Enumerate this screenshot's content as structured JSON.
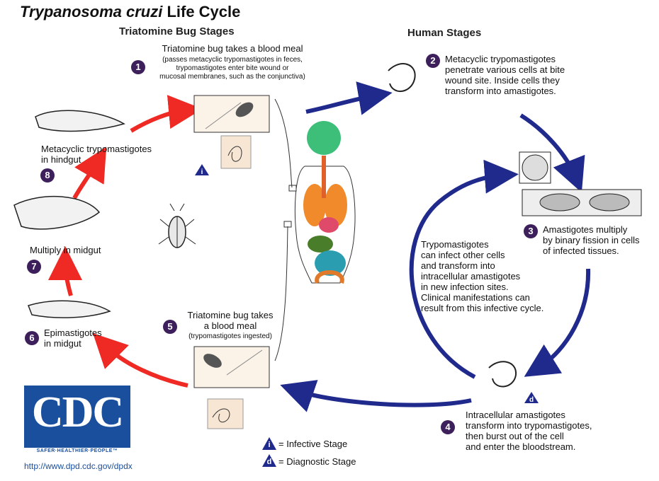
{
  "title": {
    "italic": "Trypanosoma cruzi",
    "rest": " Life Cycle"
  },
  "headings": {
    "bug": "Triatomine Bug Stages",
    "human": "Human Stages"
  },
  "steps": {
    "s1": {
      "num": "1",
      "text": "Triatomine bug takes a blood meal",
      "sub": [
        "(passes metacyclic trypomastigotes in feces,",
        "trypomastigotes enter bite wound or",
        "mucosal membranes, such as the conjunctiva)"
      ]
    },
    "s2": {
      "num": "2",
      "lines": [
        "Metacyclic trypomastigotes",
        "penetrate various cells at bite",
        "wound site.  Inside cells they",
        "transform into amastigotes."
      ]
    },
    "s3": {
      "num": "3",
      "lines": [
        "Amastigotes multiply",
        "by binary fission in cells",
        "of infected tissues."
      ]
    },
    "s4": {
      "num": "4",
      "lines": [
        "Intracellular amastigotes",
        "transform into trypomastigotes,",
        "then burst out of the cell",
        "and enter the bloodstream."
      ]
    },
    "s5": {
      "num": "5",
      "lines": [
        "Triatomine bug takes",
        "a blood meal"
      ],
      "sub": "(trypomastigotes ingested)"
    },
    "s6": {
      "num": "6",
      "lines": [
        "Epimastigotes",
        "in midgut"
      ]
    },
    "s7": {
      "num": "7",
      "text": "Multiply in midgut"
    },
    "s8": {
      "num": "8",
      "lines": [
        "Metacyclic trypomastigotes",
        "in hindgut"
      ]
    }
  },
  "center_text": [
    "Trypomastigotes",
    "can infect other cells",
    "and transform into",
    "intracellular amastigotes",
    "in new infection sites.",
    "Clinical manifestations can",
    "result from this infective cycle."
  ],
  "legend": {
    "infective_symbol": "i",
    "infective_label": "= Infective Stage",
    "diagnostic_symbol": "d",
    "diagnostic_label": "= Diagnostic Stage"
  },
  "logo": {
    "text": "CDC",
    "tagline": "SAFER·HEALTHIER·PEOPLE™"
  },
  "url": "http://www.dpd.cdc.gov/dpdx",
  "colors": {
    "bug_arrow": "#ef2a24",
    "human_arrow": "#1f2a8c",
    "number_badge": "#3d1f5b",
    "logo_blue": "#1a4f9e"
  },
  "icons": [
    "kissing-bug-icon",
    "parasite-icon",
    "human-body-icon",
    "cell-icon"
  ]
}
